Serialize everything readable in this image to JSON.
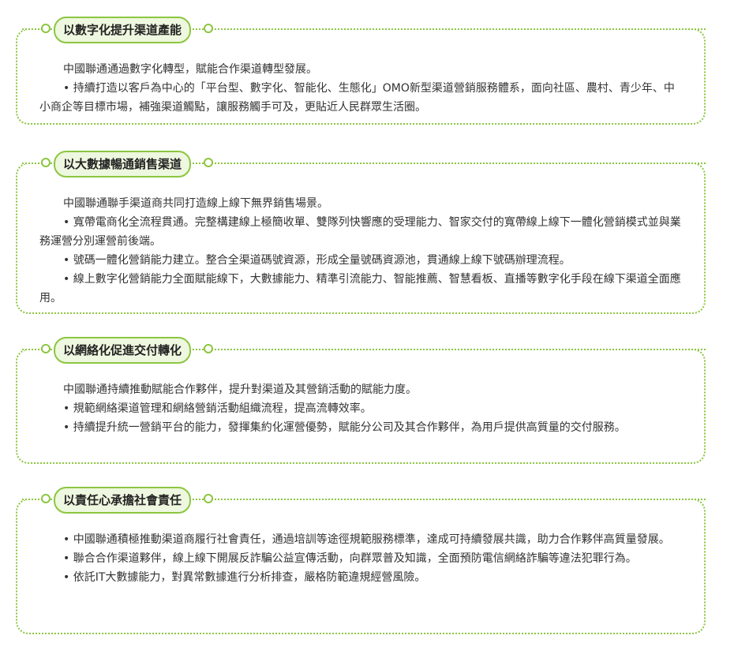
{
  "colors": {
    "accent": "#8cc63f",
    "pill_bg": "#eef7df",
    "text": "#333333"
  },
  "sections": [
    {
      "title": "以數字化提升渠道產能",
      "intro": "中國聯通通過數字化轉型，賦能合作渠道轉型發展。",
      "bullets": [
        "持續打造以客戶為中心的「平台型、數字化、智能化、生態化」OMO新型渠道營銷服務體系，面向社區、農村、青少年、中小商企等目標市場，補強渠道觸點，讓服務觸手可及，更貼近人民群眾生活圈。"
      ]
    },
    {
      "title": "以大數據暢通銷售渠道",
      "intro": "中國聯通聯手渠道商共同打造線上線下無界銷售場景。",
      "bullets": [
        "寬帶電商化全流程貫通。完整構建線上極簡收單、雙隊列快響應的受理能力、智家交付的寬帶線上線下一體化營銷模式並與業務運營分別運營前後端。",
        "號碼一體化營銷能力建立。整合全渠道碼號資源，形成全量號碼資源池，貫通線上線下號碼辦理流程。",
        "線上數字化營銷能力全面賦能線下，大數據能力、精準引流能力、智能推薦、智慧看板、直播等數字化手段在線下渠道全面應用。"
      ]
    },
    {
      "title": "以網絡化促進交付轉化",
      "intro": "中國聯通持續推動賦能合作夥伴，提升對渠道及其營銷活動的賦能力度。",
      "bullets": [
        "規範網絡渠道管理和網絡營銷活動組織流程，提高流轉效率。",
        "持續提升統一營銷平台的能力，發揮集約化運營優勢，賦能分公司及其合作夥伴，為用戶提供高質量的交付服務。"
      ]
    },
    {
      "title": "以責任心承擔社會責任",
      "intro": "",
      "bullets": [
        "中國聯通積極推動渠道商履行社會責任，通過培訓等途徑規範服務標準，達成可持續發展共識，助力合作夥伴高質量發展。",
        "聯合合作渠道夥伴，線上線下開展反詐騙公益宣傳活動，向群眾普及知識，全面預防電信網絡詐騙等違法犯罪行為。",
        "依託IT大數據能力，對異常數據進行分析排查，嚴格防範違規經營風險。"
      ]
    }
  ]
}
